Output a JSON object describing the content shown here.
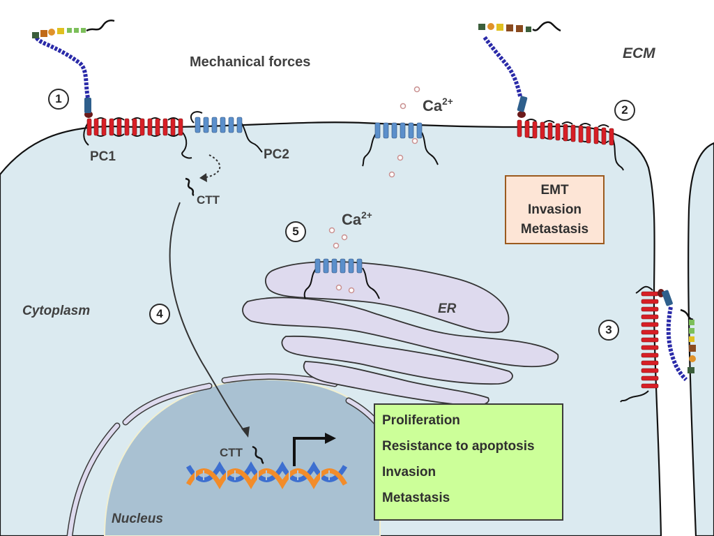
{
  "labels": {
    "mechanical_forces": "Mechanical forces",
    "ecm": "ECM",
    "pc1": "PC1",
    "pc2": "PC2",
    "ctt_upper": "CTT",
    "ctt_lower": "CTT",
    "ca_upper": "Ca",
    "ca_lower": "Ca",
    "ca_superscript": "2+",
    "cytoplasm": "Cytoplasm",
    "er": "ER",
    "nucleus": "Nucleus"
  },
  "steps": [
    "1",
    "2",
    "3",
    "4",
    "5"
  ],
  "emt_box": {
    "items": [
      "EMT",
      "Invasion",
      "Metastasis"
    ],
    "background": "#fde5d6",
    "border": "#9b5a1e"
  },
  "outcome_box": {
    "items": [
      "Proliferation",
      "Resistance to apoptosis",
      "Invasion",
      "Metastasis"
    ],
    "background": "#ccff99"
  },
  "colors": {
    "pc1_receptor": "#d71f26",
    "pc2_channel": "#5b8fcb",
    "cell_fill": "#dbeaf0",
    "er_fill": "#dedaee",
    "nucleus_fill": "#a9c1d2"
  },
  "icons": [
    "pc1-receptor-icon",
    "pc2-channel-icon",
    "dna-helix-icon",
    "transcription-arrow-icon",
    "ca-ion-icon"
  ]
}
